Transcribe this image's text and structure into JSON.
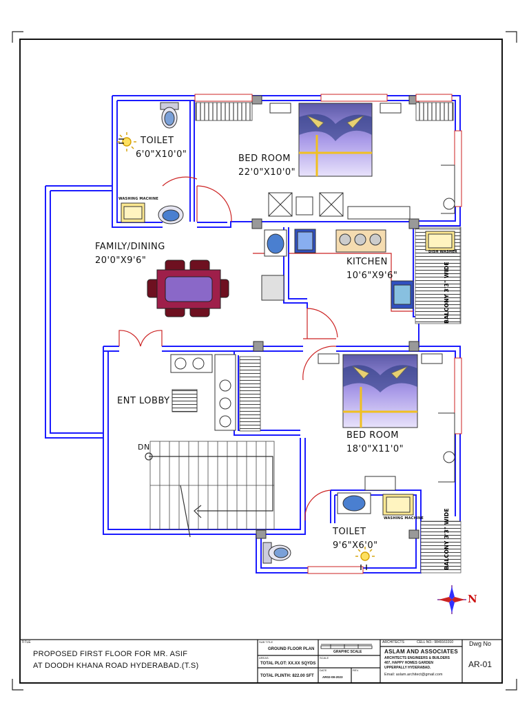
{
  "rooms": {
    "toilet_top": {
      "name": "TOILET",
      "size": "6'0\"X10'0\""
    },
    "bedroom_top": {
      "name": "BED ROOM",
      "size": "22'0\"X10'0\""
    },
    "family_dining": {
      "name": "FAMILY/DINING",
      "size": "20'0\"X9'6\""
    },
    "kitchen": {
      "name": "KITCHEN",
      "size": "10'6\"X9'6\""
    },
    "ent_lobby": {
      "name": "ENT LOBBY"
    },
    "bedroom_bottom": {
      "name": "BED ROOM",
      "size": "18'0\"X11'0\""
    },
    "toilet_bottom": {
      "name": "TOILET",
      "size": "9'6\"X6'0\""
    }
  },
  "fixtures": {
    "washing_machine": "WASHING MACHINE",
    "dish_washer": "DISH WASHER",
    "balcony": "BALCONY 3'3\" WIDE",
    "stair_dn": "DN"
  },
  "north_label": "N",
  "title_block": {
    "title_caption": "TITLE",
    "title_line1": "PROPOSED FIRST FLOOR FOR MR. ASIF",
    "title_line2": "AT DOODH KHANA ROAD HYDERABAD.(T.S)",
    "sub_title_caption": "SUB TITLE",
    "sub_title": "GROUND FLOOR PLAN",
    "areas_caption": "AREAS:",
    "total_plot": "TOTAL PLOT: XX.XX SQYDS",
    "total_plinth": "TOTAL PLINTH: 822.00 SFT",
    "graphic_scale": "GRAPHIC SCALE",
    "scale_caption": "SCALE",
    "date_caption": "DATE",
    "date": "AR02-08-2023",
    "rev_caption": "REV.",
    "architects_caption": "ARCHITECTS",
    "cell": "CELL NO.: 9849161910",
    "firm": "ASLAM AND ASSOCIATES",
    "firm_line2": "ARCHITECTS ENGINEERS & BUILDERS",
    "firm_line3": "407, HAPPY HOMES GARDEN",
    "firm_line4": "UPPERPALLY HYDERABAD.",
    "email": "Email: aslam.architect@gmail.com",
    "dwg_caption": "Dwg No",
    "dwg_no": "AR-01"
  },
  "colors": {
    "wall": "#1a1aff",
    "door": "#cc2222",
    "furniture": "#333333",
    "bed_purple": "#9f8fe8",
    "table_maroon": "#9e1f4a",
    "chair_maroon": "#6e1020",
    "sink_blue": "#4a7fd0",
    "yellow": "#f0c020"
  }
}
